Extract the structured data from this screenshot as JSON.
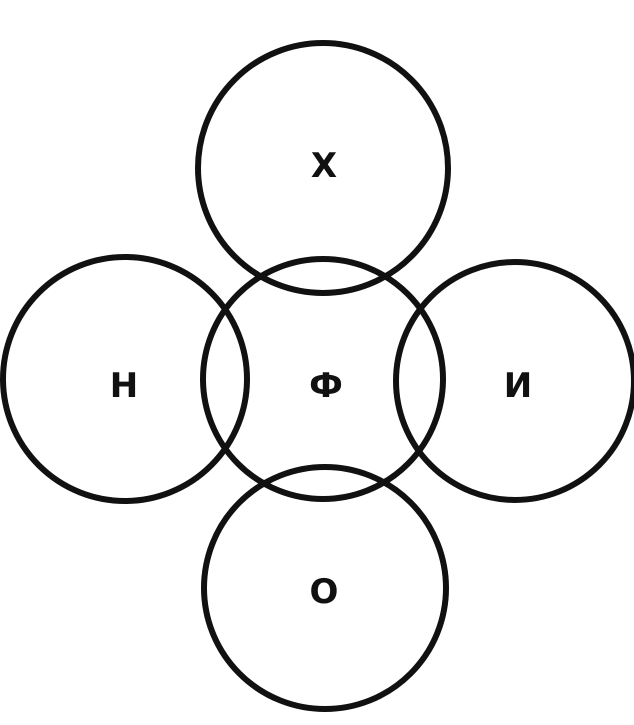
{
  "diagram": {
    "stroke_color": "#111111",
    "text_color": "#111111",
    "circles": {
      "top": {
        "label": "Х"
      },
      "left": {
        "label": "Н"
      },
      "center": {
        "label": "Ф"
      },
      "right": {
        "label": "И"
      },
      "bottom": {
        "label": "О"
      }
    }
  }
}
